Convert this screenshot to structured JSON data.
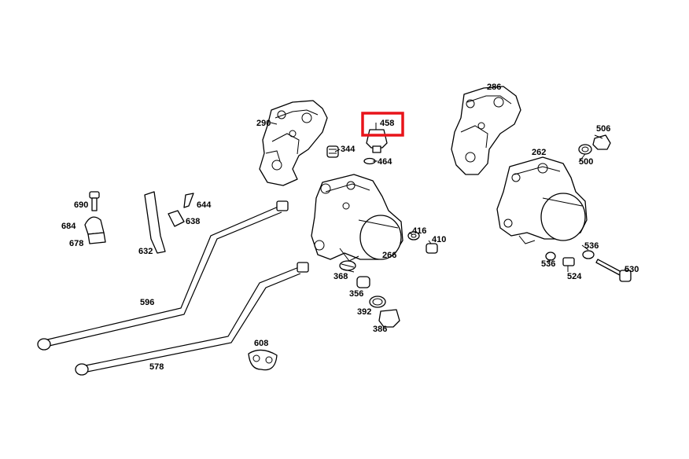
{
  "highlight_color": "#e8141a",
  "highlighted_part": "458",
  "parts": {
    "p290": "290",
    "p344": "344",
    "p458": "458",
    "p464": "464",
    "p286": "286",
    "p506": "506",
    "p500": "500",
    "p262": "262",
    "p690": "690",
    "p644": "644",
    "p684": "684",
    "p638": "638",
    "p678": "678",
    "p632": "632",
    "p416": "416",
    "p410": "410",
    "p266": "266",
    "p368": "368",
    "p356": "356",
    "p392": "392",
    "p386": "386",
    "p536a": "536",
    "p536b": "536",
    "p524": "524",
    "p530": "530",
    "p596": "596",
    "p578": "578",
    "p608": "608"
  }
}
